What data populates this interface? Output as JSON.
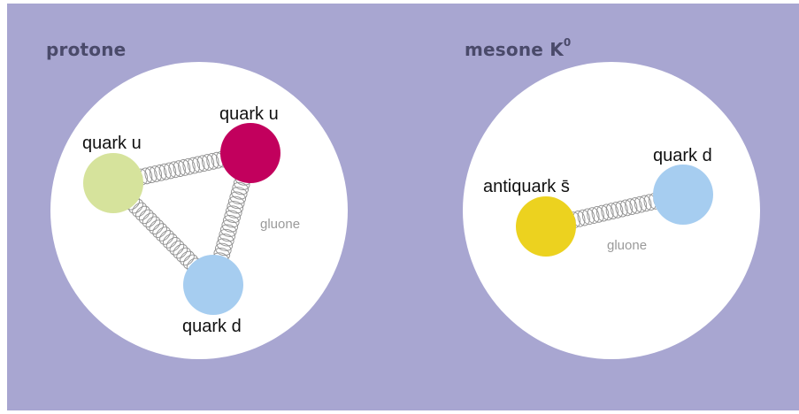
{
  "colors": {
    "background": "#a8a6d1",
    "atom": "#ffffff",
    "title": "#4a4a6a",
    "spring": "#8f8f8f",
    "gluon_label": "#9a9a9a",
    "quark_u_left": "#d6e39c",
    "quark_u_top": "#c2005d",
    "quark_d": "#a6cdf0",
    "antiquark_s": "#ecd21f"
  },
  "proton": {
    "title": "protone",
    "quarks": [
      {
        "label": "quark u",
        "color": "#d6e39c"
      },
      {
        "label": "quark u",
        "color": "#c2005d"
      },
      {
        "label": "quark d",
        "color": "#a6cdf0"
      }
    ],
    "gluon_label": "gluone"
  },
  "meson": {
    "title": "mesone K",
    "title_superscript": "0",
    "quarks": [
      {
        "label": "antiquark s̄",
        "color": "#ecd21f"
      },
      {
        "label": "quark d",
        "color": "#a6cdf0"
      }
    ],
    "gluon_label": "gluone"
  }
}
